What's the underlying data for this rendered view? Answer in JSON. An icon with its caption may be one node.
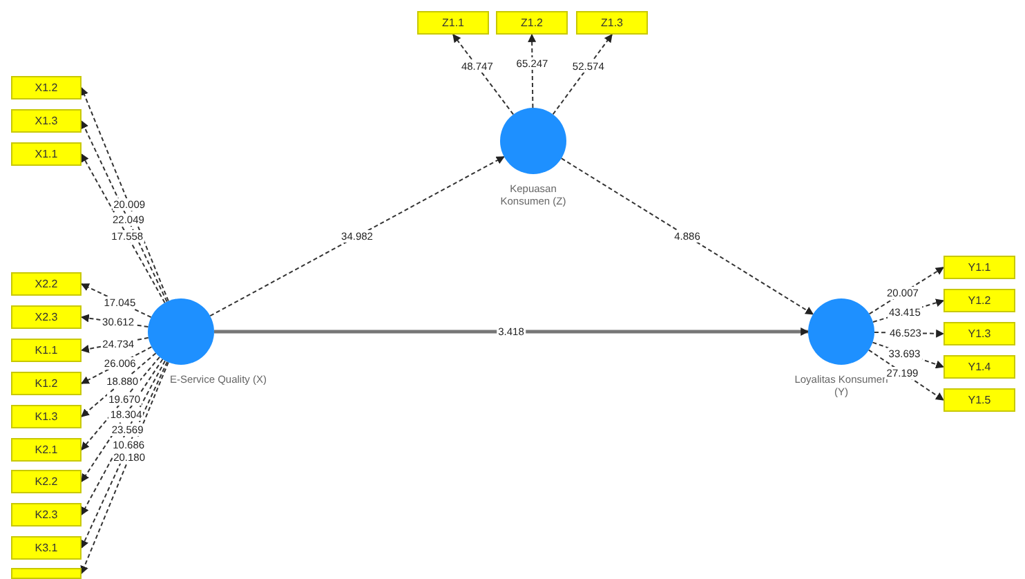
{
  "diagram": {
    "nodes": [
      {
        "text": [
          "E-Service Quality (X)"
        ]
      },
      {
        "text": [
          "Kepuasan Konsumen (Z)"
        ]
      },
      {
        "text": [
          "Loyalitas Konsumen (Y)"
        ]
      },
      {
        "text": [
          "X1.2"
        ]
      },
      {
        "text": [
          "X1.3"
        ]
      },
      {
        "text": [
          "X1.1"
        ]
      },
      {
        "text": [
          "X2.2"
        ]
      },
      {
        "text": [
          "X2.3"
        ]
      },
      {
        "text": [
          "K1.1"
        ]
      },
      {
        "text": [
          "K1.2"
        ]
      },
      {
        "text": [
          "K1.3"
        ]
      },
      {
        "text": [
          "K2.1"
        ]
      },
      {
        "text": [
          "K2.2"
        ]
      },
      {
        "text": [
          "K2.3"
        ]
      },
      {
        "text": [
          "K3.1"
        ]
      },
      {
        "text": [],
        "shape": "box"
      },
      {
        "text": [
          "Z1.1"
        ]
      },
      {
        "text": [
          "Z1.2"
        ]
      },
      {
        "text": [
          "Z1.3"
        ]
      },
      {
        "text": [
          "Y1.1"
        ]
      },
      {
        "text": [
          "Y1.2"
        ]
      },
      {
        "text": [
          "Y1.3"
        ]
      },
      {
        "text": [
          "Y1.4"
        ]
      },
      {
        "text": [
          "Y1.5"
        ]
      }
    ],
    "edges": [
      {
        "from": 0,
        "to": 3,
        "arrow": "to",
        "label": "20.009",
        "style": "dashed"
      },
      {
        "from": 0,
        "to": 4,
        "arrow": "to",
        "label": "22.049",
        "style": "dashed"
      },
      {
        "from": 0,
        "to": 5,
        "arrow": "to",
        "label": "17.558",
        "style": "dashed"
      },
      {
        "from": 0,
        "to": 6,
        "arrow": "to",
        "label": "17.045",
        "style": "dashed"
      },
      {
        "from": 0,
        "to": 7,
        "arrow": "to",
        "label": "30.612",
        "style": "dashed"
      },
      {
        "from": 0,
        "to": 8,
        "arrow": "to",
        "label": "24.734",
        "style": "dashed"
      },
      {
        "from": 0,
        "to": 9,
        "arrow": "to",
        "label": "26.006",
        "style": "dashed"
      },
      {
        "from": 0,
        "to": 10,
        "arrow": "to",
        "label": "18.880",
        "style": "dashed"
      },
      {
        "from": 0,
        "to": 11,
        "arrow": "to",
        "label": "19.670",
        "style": "dashed"
      },
      {
        "from": 0,
        "to": 12,
        "arrow": "to",
        "label": "18.304",
        "style": "dashed"
      },
      {
        "from": 0,
        "to": 13,
        "arrow": "to",
        "label": "23.569",
        "style": "dashed"
      },
      {
        "from": 0,
        "to": 14,
        "arrow": "to",
        "label": "10.686",
        "style": "dashed"
      },
      {
        "from": 0,
        "to": 15,
        "arrow": "to",
        "label": "20.180",
        "style": "dashed"
      },
      {
        "from": 1,
        "to": 16,
        "arrow": "to",
        "label": "48.747",
        "style": "dashed"
      },
      {
        "from": 1,
        "to": 17,
        "arrow": "to",
        "label": "65.247",
        "style": "dashed"
      },
      {
        "from": 1,
        "to": 18,
        "arrow": "to",
        "label": "52.574",
        "style": "dashed"
      },
      {
        "from": 2,
        "to": 19,
        "arrow": "to",
        "label": "20.007",
        "style": "dashed"
      },
      {
        "from": 2,
        "to": 20,
        "arrow": "to",
        "label": "43.415",
        "style": "dashed"
      },
      {
        "from": 2,
        "to": 21,
        "arrow": "to",
        "label": "46.523",
        "style": "dashed"
      },
      {
        "from": 2,
        "to": 22,
        "arrow": "to",
        "label": "33.693",
        "style": "dashed"
      },
      {
        "from": 2,
        "to": 23,
        "arrow": "to",
        "label": "27.199",
        "style": "dashed"
      },
      {
        "from": 0,
        "to": 1,
        "arrow": "to",
        "label": "34.982",
        "style": "dashed"
      },
      {
        "from": 1,
        "to": 2,
        "arrow": "to",
        "label": "4.886",
        "style": "dashed"
      },
      {
        "from": 0,
        "to": 2,
        "arrow": "to",
        "label": "3.418",
        "style": "thick"
      }
    ]
  }
}
